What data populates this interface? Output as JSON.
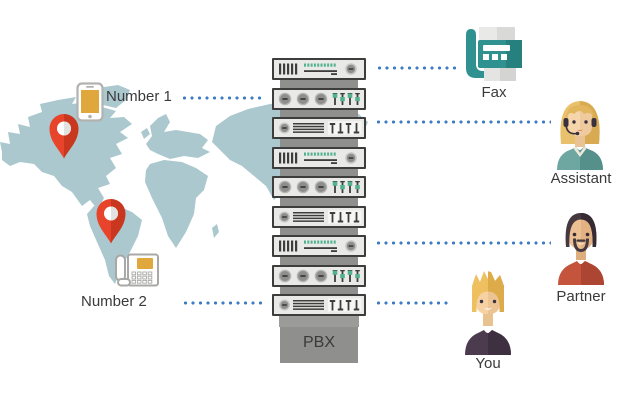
{
  "nodes": {
    "number1": {
      "label": "Number 1",
      "icon": "smartphone-icon"
    },
    "number2": {
      "label": "Number 2",
      "icon": "desk-phone-icon"
    },
    "pbx": {
      "label": "PBX",
      "icon": "server-rack"
    },
    "fax": {
      "label": "Fax",
      "icon": "fax-machine-icon"
    },
    "assistant": {
      "label": "Assistant",
      "icon": "woman-headset-avatar"
    },
    "partner": {
      "label": "Partner",
      "icon": "bearded-man-avatar"
    },
    "you": {
      "label": "You",
      "icon": "blond-man-avatar"
    }
  },
  "rack": {
    "units": [
      "vents-leds",
      "knobs-sliders",
      "eq-sliders",
      "vents-leds",
      "knobs-sliders",
      "eq-sliders",
      "vents-leds",
      "knobs-sliders",
      "eq-sliders"
    ]
  },
  "connections": [
    {
      "from": "pbx",
      "to": "fax"
    },
    {
      "from": "number1",
      "to": "pbx"
    },
    {
      "from": "pbx",
      "to": "assistant"
    },
    {
      "from": "pbx",
      "to": "partner"
    },
    {
      "from": "number2",
      "to": "pbx"
    },
    {
      "from": "pbx",
      "to": "you"
    }
  ],
  "map": {
    "pin_count": 2
  },
  "colors": {
    "map_teal": "#abc8ce",
    "pin_red": "#e8432b",
    "pin_red_dark": "#c9371e",
    "dot_blue": "#3e7dc4",
    "rack_dark": "#3d3d3d",
    "rack_face": "#e9e9e7",
    "rack_spine": "#8f8f8d",
    "led_green": "#52b18e",
    "gold": "#e0a83c",
    "fax_teal": "#2f9290",
    "fax_teal_dark": "#26807e",
    "text": "#3a3a3a"
  }
}
